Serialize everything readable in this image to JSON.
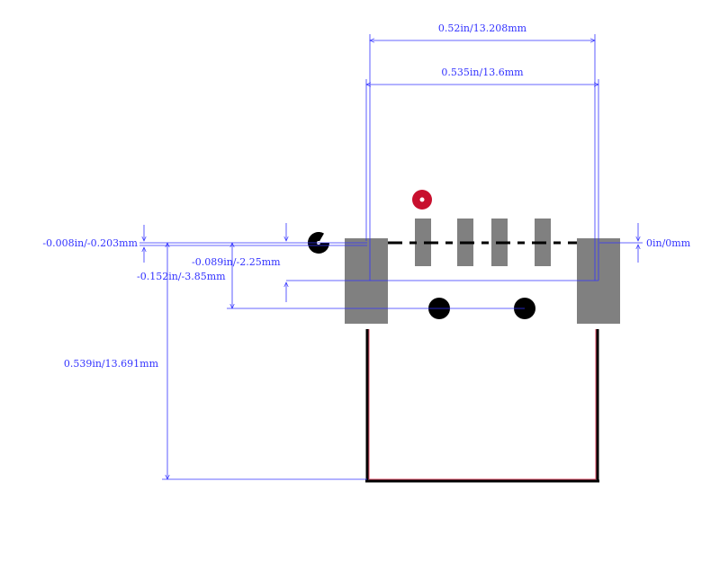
{
  "colors": {
    "dimension": "#3333ff",
    "pad": "#808080",
    "outline": "#000000",
    "courtyard": "#e0506a",
    "pin1": "#c8102e",
    "hole": "#000000"
  },
  "dimensions": {
    "width_outer": "0.52in/13.208mm",
    "width_inner": "0.535in/13.6mm",
    "offset_zero": "0in/0mm",
    "offset_a": "-0.008in/-0.203mm",
    "offset_b": "-0.089in/-2.25mm",
    "offset_c": "-0.152in/-3.85mm",
    "height": "0.539in/13.691mm"
  }
}
